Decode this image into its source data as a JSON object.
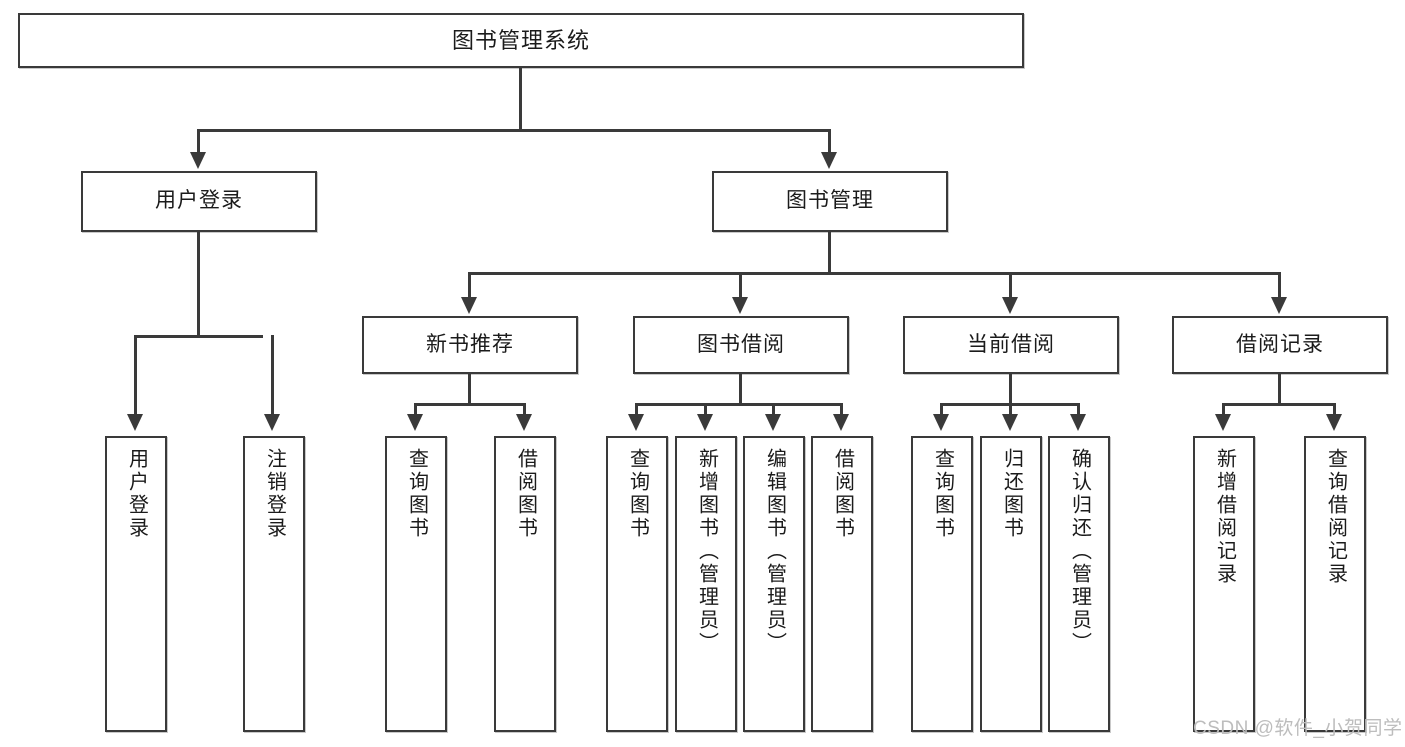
{
  "diagram": {
    "title": "图书管理系统",
    "type": "tree",
    "root": {
      "id": "root",
      "label": "图书管理系统"
    },
    "level2": [
      {
        "id": "user-login",
        "label": "用户登录"
      },
      {
        "id": "book-management",
        "label": "图书管理"
      }
    ],
    "level3": [
      {
        "id": "new-book-recommend",
        "label": "新书推荐",
        "parent": "book-management"
      },
      {
        "id": "book-borrow",
        "label": "图书借阅",
        "parent": "book-management"
      },
      {
        "id": "current-borrow",
        "label": "当前借阅",
        "parent": "book-management"
      },
      {
        "id": "borrow-record",
        "label": "借阅记录",
        "parent": "book-management"
      }
    ],
    "leaves": [
      {
        "id": "leaf-user-login",
        "label": "用户登录",
        "parent": "user-login"
      },
      {
        "id": "leaf-logout-login",
        "label": "注销登录",
        "parent": "user-login"
      },
      {
        "id": "leaf-query-book-1",
        "label": "查询图书",
        "parent": "new-book-recommend"
      },
      {
        "id": "leaf-borrow-book-1",
        "label": "借阅图书",
        "parent": "new-book-recommend"
      },
      {
        "id": "leaf-query-book-2",
        "label": "查询图书",
        "parent": "book-borrow"
      },
      {
        "id": "leaf-add-book",
        "label": "新增图书（管理员）",
        "parent": "book-borrow"
      },
      {
        "id": "leaf-edit-book",
        "label": "编辑图书（管理员）",
        "parent": "book-borrow"
      },
      {
        "id": "leaf-borrow-book-2",
        "label": "借阅图书",
        "parent": "book-borrow"
      },
      {
        "id": "leaf-query-book-3",
        "label": "查询图书",
        "parent": "current-borrow"
      },
      {
        "id": "leaf-return-book",
        "label": "归还图书",
        "parent": "current-borrow"
      },
      {
        "id": "leaf-confirm-return",
        "label": "确认归还（管理员）",
        "parent": "current-borrow"
      },
      {
        "id": "leaf-add-record",
        "label": "新增借阅记录",
        "parent": "borrow-record"
      },
      {
        "id": "leaf-query-record",
        "label": "查询借阅记录",
        "parent": "borrow-record"
      }
    ],
    "colors": {
      "stroke": "#3a3a3a",
      "fill": "#ffffff",
      "text": "#1b1b1b",
      "watermark": "#bdbdbd"
    }
  },
  "watermark": {
    "text": "CSDN @软件_小贺同学"
  }
}
